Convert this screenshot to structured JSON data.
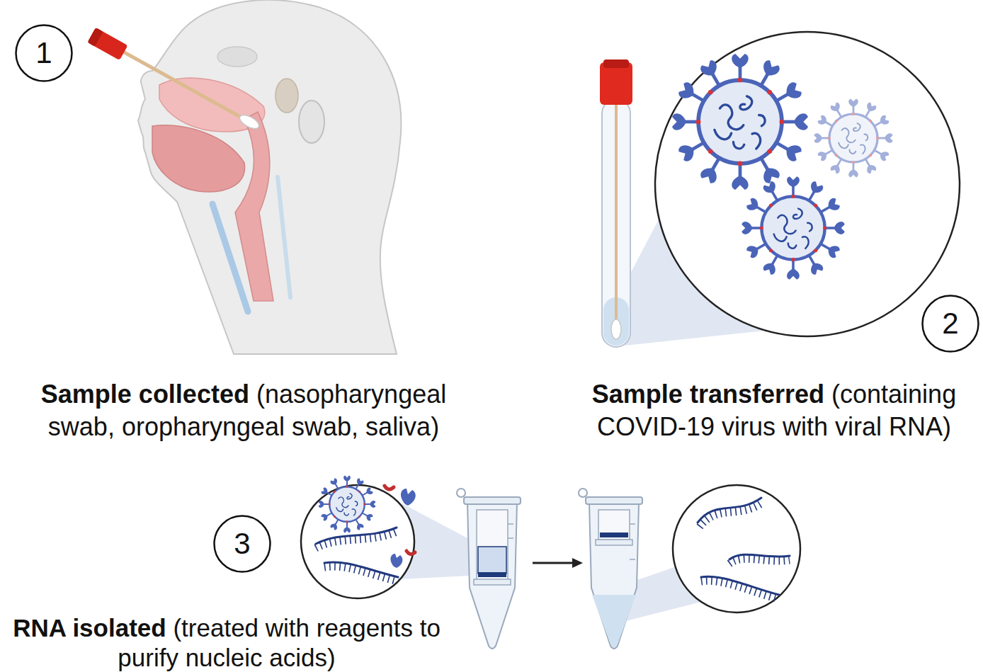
{
  "diagram": {
    "nodes": [
      {
        "text": [
          "1"
        ]
      },
      {
        "text": [
          "2"
        ]
      },
      {
        "text": [
          "3"
        ]
      }
    ],
    "labels": [
      "Sample collected",
      "(nasopharyngeal swab, oropharyngeal swab, saliva)",
      "Sample transferred",
      "(containing COVID-19 virus with viral RNA)",
      "RNA isolated",
      "(treated with reagents to purify nucleic acids)"
    ]
  }
}
